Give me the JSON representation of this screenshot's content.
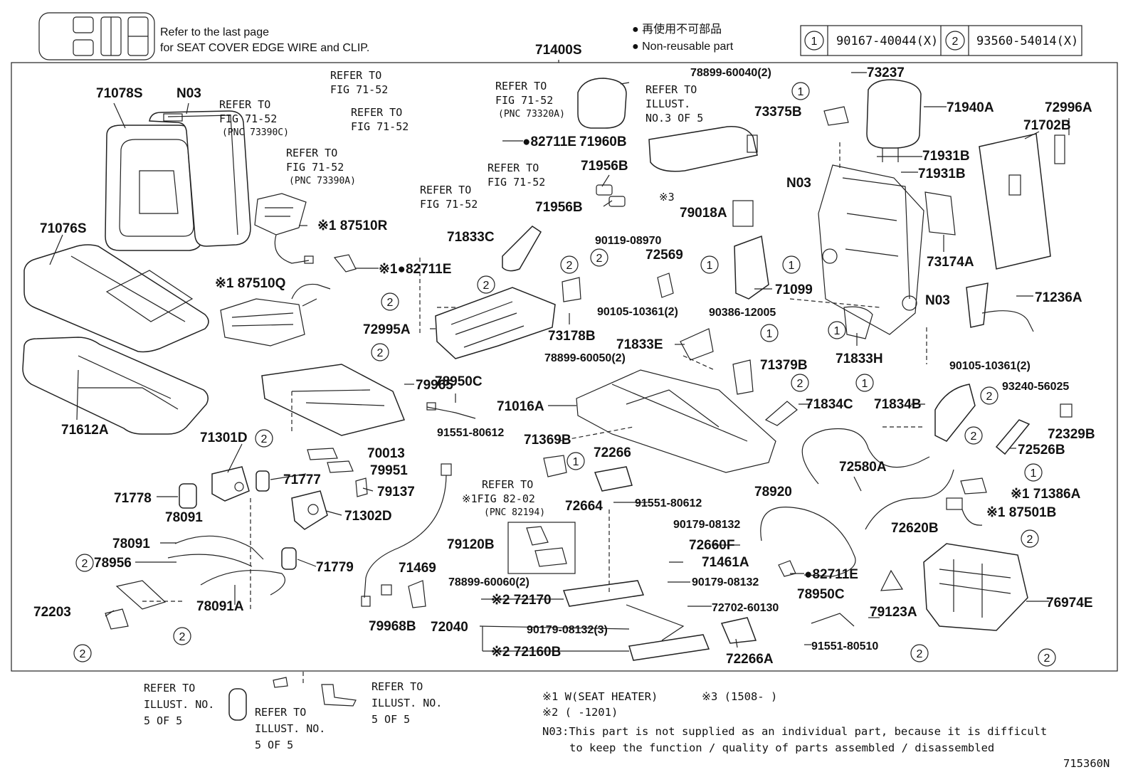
{
  "header": {
    "edge_wire_note_1": "Refer to the last page",
    "edge_wire_note_2": "for SEAT COVER EDGE WIRE and CLIP.",
    "main_assembly": "71400S",
    "nonreusable_jp": "● 再使用不可部品",
    "nonreusable_en": "● Non-reusable part",
    "key": [
      {
        "num": "1",
        "part": "90167-40044(X)"
      },
      {
        "num": "2",
        "part": "93560-54014(X)"
      }
    ]
  },
  "labels": [
    {
      "id": "71078S",
      "text": "71078S"
    },
    {
      "id": "N03-a",
      "text": "N03"
    },
    {
      "id": "71076S",
      "text": "71076S"
    },
    {
      "id": "87510R",
      "text": "※1 87510R"
    },
    {
      "id": "82711E-a",
      "text": "※1●82711E"
    },
    {
      "id": "87510Q",
      "text": "※1 87510Q"
    },
    {
      "id": "71612A",
      "text": "71612A"
    },
    {
      "id": "82711E-b",
      "text": "●82711E"
    },
    {
      "id": "71960B",
      "text": "71960B"
    },
    {
      "id": "71956B-a",
      "text": "71956B"
    },
    {
      "id": "71956B-b",
      "text": "71956B"
    },
    {
      "id": "79018A",
      "text": "79018A"
    },
    {
      "id": "78899-60040",
      "text": "78899-60040(2)"
    },
    {
      "id": "73237",
      "text": "73237"
    },
    {
      "id": "73375B",
      "text": "73375B"
    },
    {
      "id": "71940A",
      "text": "71940A"
    },
    {
      "id": "72996A",
      "text": "72996A"
    },
    {
      "id": "71702B",
      "text": "71702B"
    },
    {
      "id": "71931B-a",
      "text": "71931B"
    },
    {
      "id": "71931B-b",
      "text": "71931B"
    },
    {
      "id": "N03-b",
      "text": "N03"
    },
    {
      "id": "73174A",
      "text": "73174A"
    },
    {
      "id": "71833C",
      "text": "71833C"
    },
    {
      "id": "90119-08970",
      "text": "90119-08970"
    },
    {
      "id": "72569",
      "text": "72569"
    },
    {
      "id": "71099",
      "text": "71099"
    },
    {
      "id": "90105-10361-a",
      "text": "90105-10361(2)"
    },
    {
      "id": "90386-12005",
      "text": "90386-12005"
    },
    {
      "id": "N03-c",
      "text": "N03"
    },
    {
      "id": "71236A",
      "text": "71236A"
    },
    {
      "id": "72995A",
      "text": "72995A"
    },
    {
      "id": "73178B",
      "text": "73178B"
    },
    {
      "id": "71833E",
      "text": "71833E"
    },
    {
      "id": "78899-60050",
      "text": "78899-60050(2)"
    },
    {
      "id": "71833H",
      "text": "71833H"
    },
    {
      "id": "90105-10361-b",
      "text": "90105-10361(2)"
    },
    {
      "id": "79965",
      "text": "79965"
    },
    {
      "id": "78950C-a",
      "text": "78950C"
    },
    {
      "id": "71379B",
      "text": "71379B"
    },
    {
      "id": "93240-56025",
      "text": "93240-56025"
    },
    {
      "id": "71016A",
      "text": "71016A"
    },
    {
      "id": "71834C",
      "text": "71834C"
    },
    {
      "id": "71834B",
      "text": "71834B"
    },
    {
      "id": "72329B",
      "text": "72329B"
    },
    {
      "id": "72526B",
      "text": "72526B"
    },
    {
      "id": "91551-80612-a",
      "text": "91551-80612"
    },
    {
      "id": "71369B",
      "text": "71369B"
    },
    {
      "id": "72266",
      "text": "72266"
    },
    {
      "id": "72580A",
      "text": "72580A"
    },
    {
      "id": "71301D",
      "text": "71301D"
    },
    {
      "id": "70013",
      "text": "70013"
    },
    {
      "id": "79951",
      "text": "79951"
    },
    {
      "id": "71777",
      "text": "71777"
    },
    {
      "id": "79137",
      "text": "79137"
    },
    {
      "id": "71778",
      "text": "71778"
    },
    {
      "id": "78091-a",
      "text": "78091"
    },
    {
      "id": "71302D",
      "text": "71302D"
    },
    {
      "id": "72664",
      "text": "72664"
    },
    {
      "id": "91551-80612-b",
      "text": "91551-80612"
    },
    {
      "id": "78920",
      "text": "78920"
    },
    {
      "id": "71386A",
      "text": "※1 71386A"
    },
    {
      "id": "87501B",
      "text": "※1 87501B"
    },
    {
      "id": "72620B",
      "text": "72620B"
    },
    {
      "id": "78091-b",
      "text": "78091"
    },
    {
      "id": "79120B",
      "text": "79120B"
    },
    {
      "id": "90179-08132-a",
      "text": "90179-08132"
    },
    {
      "id": "72660F",
      "text": "72660F"
    },
    {
      "id": "71461A",
      "text": "71461A"
    },
    {
      "id": "78956",
      "text": "78956"
    },
    {
      "id": "71779",
      "text": "71779"
    },
    {
      "id": "71469",
      "text": "71469"
    },
    {
      "id": "82711E-c",
      "text": "●82711E"
    },
    {
      "id": "90179-08132-b",
      "text": "90179-08132"
    },
    {
      "id": "78899-60060",
      "text": "78899-60060(2)"
    },
    {
      "id": "72170",
      "text": "※2 72170"
    },
    {
      "id": "78950C-b",
      "text": "78950C"
    },
    {
      "id": "79123A",
      "text": "79123A"
    },
    {
      "id": "76974E",
      "text": "76974E"
    },
    {
      "id": "72203",
      "text": "72203"
    },
    {
      "id": "78091A",
      "text": "78091A"
    },
    {
      "id": "79968B",
      "text": "79968B"
    },
    {
      "id": "72040",
      "text": "72040"
    },
    {
      "id": "72702-60130",
      "text": "72702-60130"
    },
    {
      "id": "90179-08132-c",
      "text": "90179-08132(3)"
    },
    {
      "id": "91551-80510",
      "text": "91551-80510"
    },
    {
      "id": "72160B",
      "text": "※2 72160B"
    },
    {
      "id": "72266A",
      "text": "72266A"
    }
  ],
  "refer_notes": {
    "r1_1": "REFER TO",
    "r1_2": "FIG 71-52",
    "r2_1": "REFER TO",
    "r2_2": "FIG 71-52",
    "r2_3": "(PNC 73390C)",
    "r3_1": "REFER TO",
    "r3_2": "FIG 71-52",
    "r4_1": "REFER TO",
    "r4_2": "FIG 71-52",
    "r4_3": "(PNC 73320A)",
    "r5_1": "REFER TO",
    "r5_2": "FIG 71-52",
    "r5_3": "(PNC 73390A)",
    "r6_1": "REFER TO",
    "r6_2": "FIG 71-52",
    "r7_1": "REFER TO",
    "r7_2": "FIG 71-52",
    "r8_1": "REFER TO",
    "r8_2": "ILLUST.",
    "r8_3": "NO.3 OF 5",
    "r9_1": "REFER TO",
    "r9_2": "※1FIG 82-02",
    "r9_3": "(PNC 82194)",
    "b1_1": "REFER TO",
    "b1_2": "ILLUST. NO.",
    "b1_3": "5 OF 5",
    "b2_1": "REFER TO",
    "b2_2": "ILLUST. NO.",
    "b2_3": "5 OF 5",
    "b3_1": "REFER TO",
    "b3_2": "ILLUST. NO.",
    "b3_3": "5 OF 5",
    "sym3": "※3"
  },
  "footnotes": {
    "f1": "※1 W(SEAT HEATER)",
    "f3": "※3 (1508-       )",
    "f2": "※2 (      -1201)",
    "n03_1": "N03:This part is not supplied as an individual part, because it is difficult",
    "n03_2": "to keep the function / quality of parts assembled / disassembled",
    "figure_code": "715360N"
  }
}
